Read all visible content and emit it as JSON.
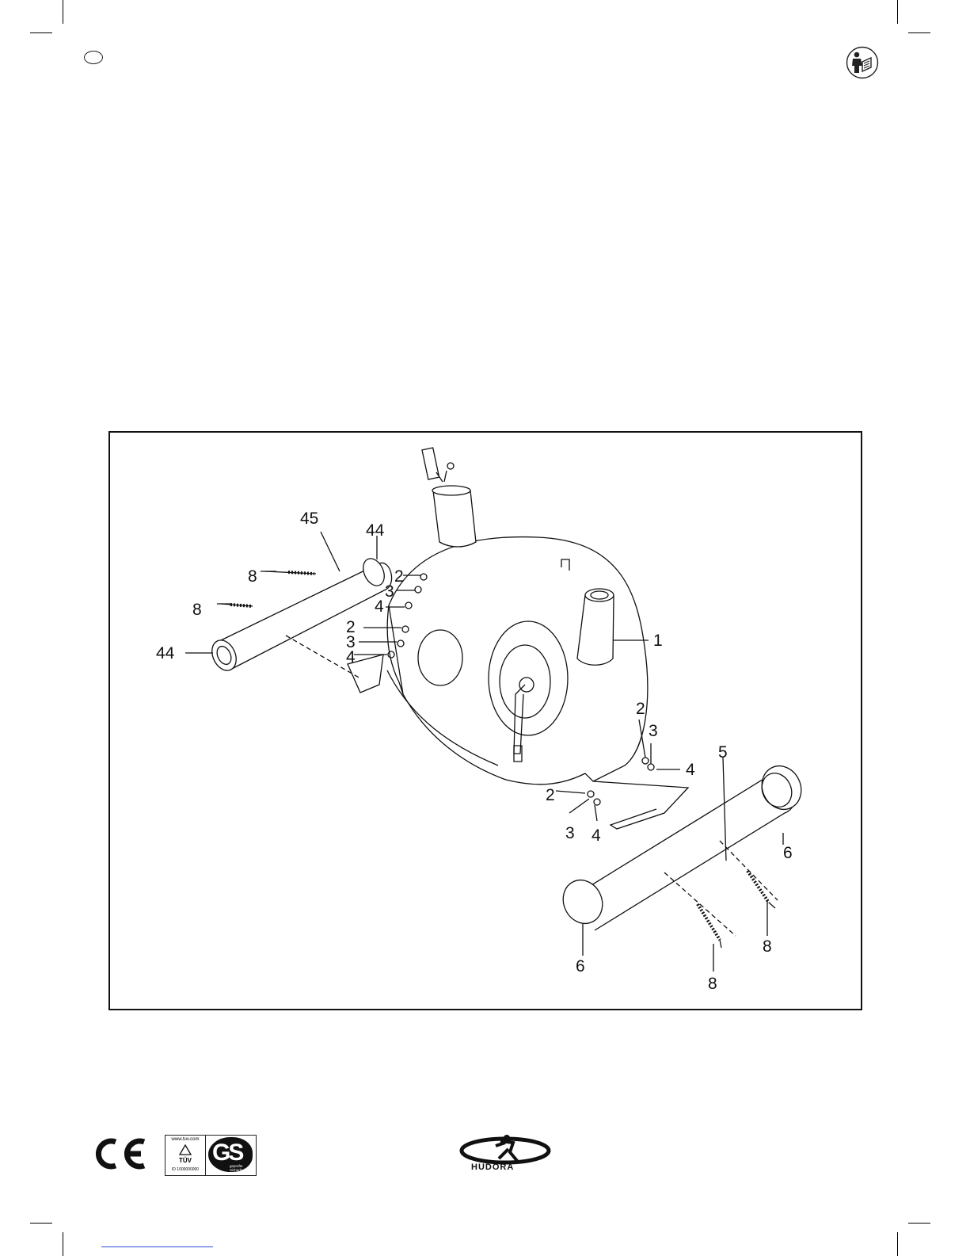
{
  "page": {
    "header": {
      "lang_badge": "",
      "manual_icon": "read-manual-icon"
    },
    "diagram": {
      "labels": {
        "l45": "45",
        "l44a": "44",
        "l44b": "44",
        "l8a": "8",
        "l8b": "8",
        "l2a": "2",
        "l3a": "3",
        "l4a": "4",
        "l2b": "2",
        "l3b": "3",
        "l4b": "4",
        "l1": "1",
        "l2c": "2",
        "l3c": "3",
        "l4c": "4",
        "l5": "5",
        "l2d": "2",
        "l3d": "3",
        "l4d": "4",
        "l6a": "6",
        "l6b": "6",
        "l8c": "8",
        "l8d": "8"
      }
    },
    "footer": {
      "ce_mark": "CE",
      "tuv_url": "www.tuv.com",
      "tuv_name": "TÜV",
      "tuv_id": "ID 1000000000",
      "gs_mark": "GS",
      "gs_caption": "geprüfte Sicherheit",
      "brand": "HUDORA",
      "colors": {
        "link": "#2a4ad8",
        "ink": "#111111"
      }
    }
  }
}
